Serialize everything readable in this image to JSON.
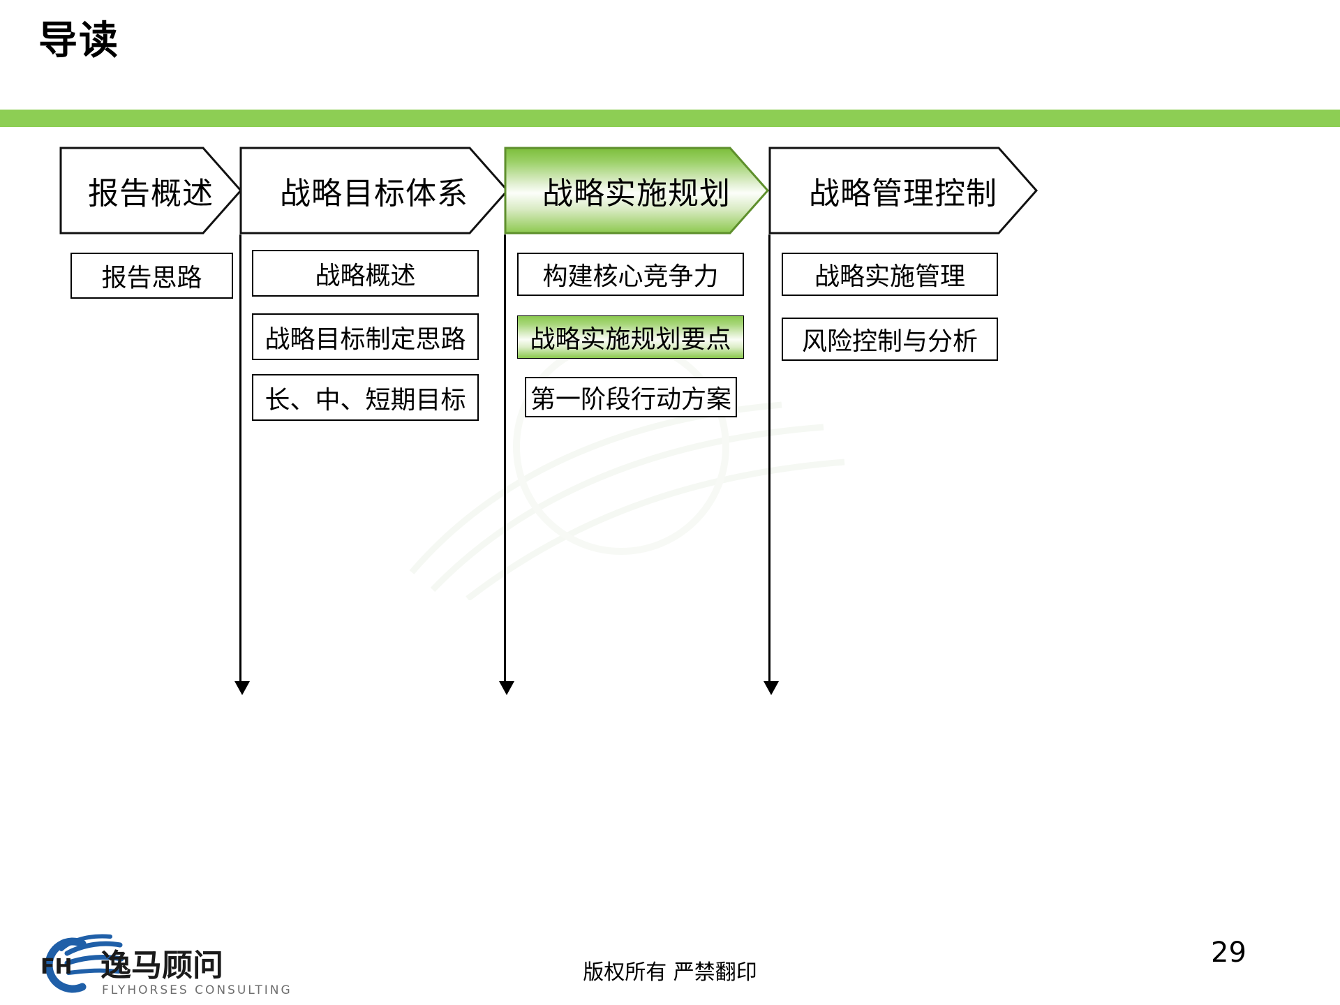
{
  "slide": {
    "title": "导读",
    "accent_color": "#8DCE54",
    "highlight_color": "#8BC94E",
    "page_number": "29",
    "footer_note": "版权所有  严禁翻印"
  },
  "logo": {
    "mark_letters": "FH",
    "chinese_name": "逸马顾问",
    "english_name": "FLYHORSES CONSULTING",
    "mark_color": "#1F5FA8",
    "text_color": "#1A1A1A",
    "subtitle_color": "#6E6E6E"
  },
  "flow": {
    "columns": [
      {
        "id": "report-overview",
        "header": "报告概述",
        "highlighted": false,
        "items": [
          {
            "label": "报告思路",
            "highlighted": false
          }
        ]
      },
      {
        "id": "strategic-goal-system",
        "header": "战略目标体系",
        "highlighted": false,
        "items": [
          {
            "label": "战略概述",
            "highlighted": false
          },
          {
            "label": "战略目标制定思路",
            "highlighted": false
          },
          {
            "label": "长、中、短期目标",
            "highlighted": false
          }
        ]
      },
      {
        "id": "strategy-implementation-plan",
        "header": "战略实施规划",
        "highlighted": true,
        "items": [
          {
            "label": "构建核心竞争力",
            "highlighted": false
          },
          {
            "label": "战略实施规划要点",
            "highlighted": true
          },
          {
            "label": "第一阶段行动方案",
            "highlighted": false
          }
        ]
      },
      {
        "id": "strategy-management-control",
        "header": "战略管理控制",
        "highlighted": false,
        "items": [
          {
            "label": "战略实施管理",
            "highlighted": false
          },
          {
            "label": "风险控制与分析",
            "highlighted": false
          }
        ]
      }
    ]
  }
}
